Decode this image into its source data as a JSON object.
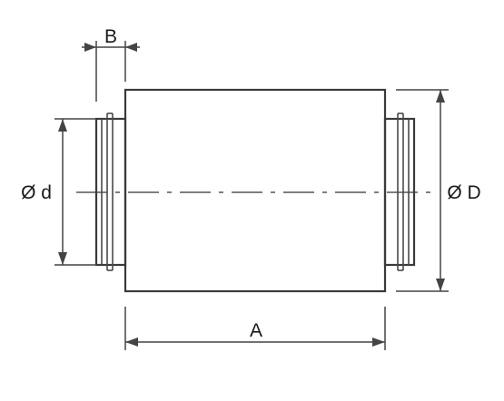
{
  "diagram": {
    "labels": {
      "length": "A",
      "connector_length": "B",
      "connector_diameter": "Ø d",
      "body_diameter": "Ø D"
    },
    "colors": {
      "line": "#3a3a3a",
      "text": "#1a1a1a",
      "background": "#ffffff"
    }
  }
}
